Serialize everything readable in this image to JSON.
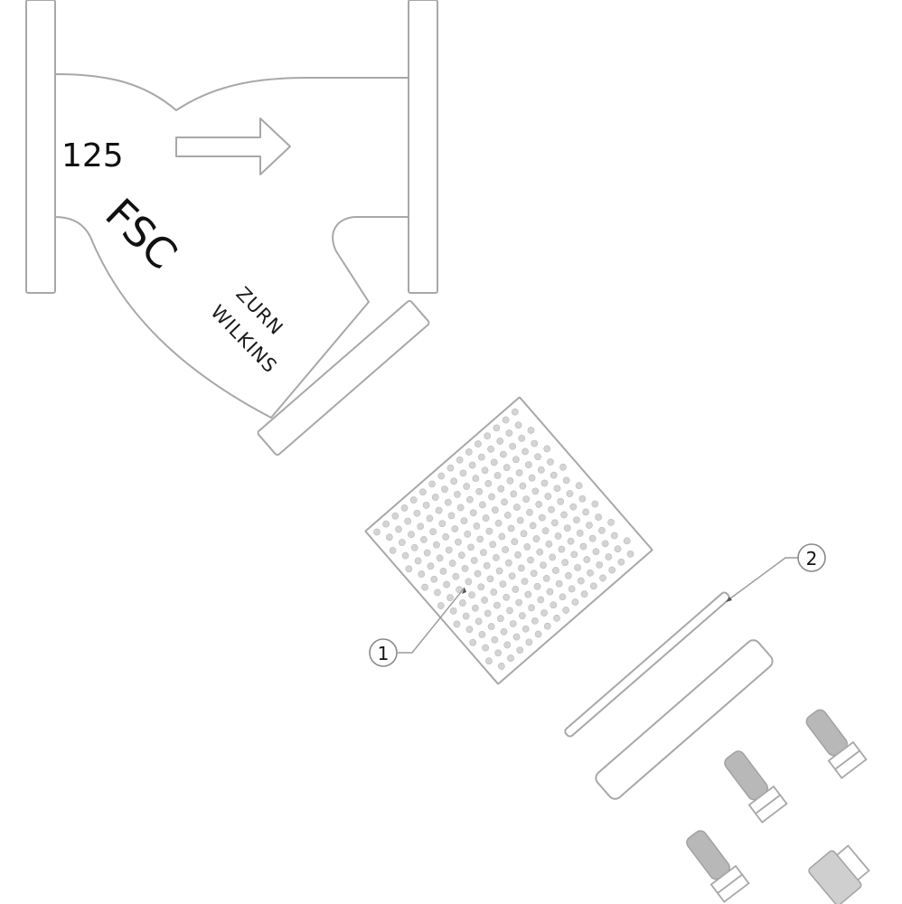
{
  "diagram": {
    "type": "exploded-parts-view",
    "subject": "Y-strainer",
    "body_markings": {
      "size_rating": "125",
      "brand": "FSC",
      "manufacturer_line1": "ZURN",
      "manufacturer_line2": "WILKINS"
    },
    "flow_direction": "right",
    "callouts": [
      {
        "number": "1",
        "part": "strainer-screen"
      },
      {
        "number": "2",
        "part": "gasket"
      }
    ],
    "parts": [
      "valve-body",
      "inlet-flange",
      "outlet-flange",
      "strainer-screen",
      "gasket",
      "cover-plate",
      "bolt",
      "bolt",
      "bolt",
      "plug"
    ],
    "colors": {
      "line": "#a8a8a8",
      "text": "#111111",
      "fastener_fill": "#b8b8b8",
      "background": "#ffffff"
    }
  }
}
